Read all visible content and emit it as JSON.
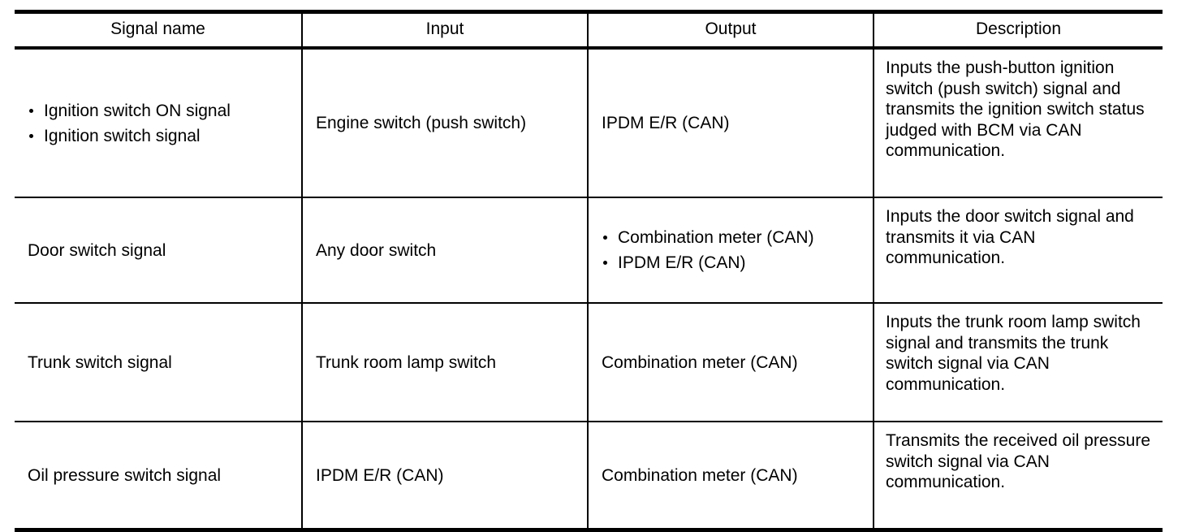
{
  "table": {
    "columns": [
      {
        "key": "signal_name",
        "label": "Signal name"
      },
      {
        "key": "input",
        "label": "Input"
      },
      {
        "key": "output",
        "label": "Output"
      },
      {
        "key": "description",
        "label": "Description"
      }
    ],
    "rows": [
      {
        "signal_name_items": [
          "Ignition switch ON signal",
          "Ignition switch signal"
        ],
        "input": "Engine switch (push switch)",
        "output": "IPDM E/R (CAN)",
        "description": "Inputs the push-button ignition switch (push switch) signal and transmits the ignition switch status judged with BCM via CAN communication."
      },
      {
        "signal_name": "Door switch signal",
        "input": "Any door switch",
        "output_items": [
          "Combination meter (CAN)",
          "IPDM E/R (CAN)"
        ],
        "description": "Inputs the door switch signal and transmits it via CAN communication."
      },
      {
        "signal_name": "Trunk switch signal",
        "input": "Trunk room lamp switch",
        "output": "Combination meter (CAN)",
        "description": "Inputs the trunk room lamp switch signal and transmits the trunk switch signal via CAN communication."
      },
      {
        "signal_name": "Oil pressure switch signal",
        "input": "IPDM E/R (CAN)",
        "output": "Combination meter (CAN)",
        "description": "Transmits the received oil pressure switch signal via CAN communication."
      }
    ]
  },
  "style": {
    "rule_color": "#000000",
    "text_color": "#000000",
    "background": "#ffffff"
  }
}
